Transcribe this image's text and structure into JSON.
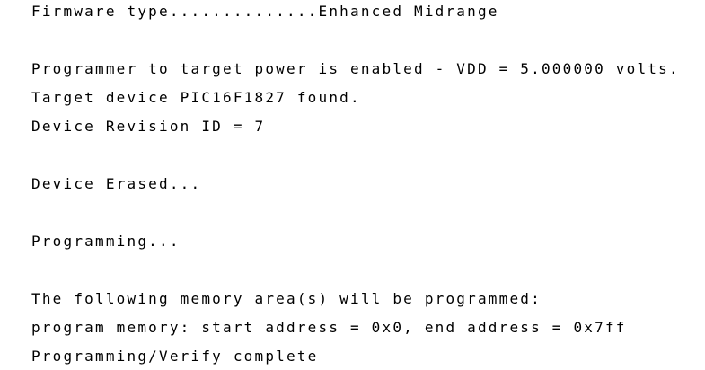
{
  "output": {
    "lines": [
      "Firmware type..............Enhanced Midrange",
      "Programmer to target power is enabled - VDD = 5.000000 volts.",
      "Target device PIC16F1827 found.",
      "Device Revision ID = 7",
      "Device Erased...",
      "Programming...",
      "The following memory area(s) will be programmed:",
      "program memory: start address = 0x0, end address = 0x7ff",
      "Programming/Verify complete"
    ]
  }
}
